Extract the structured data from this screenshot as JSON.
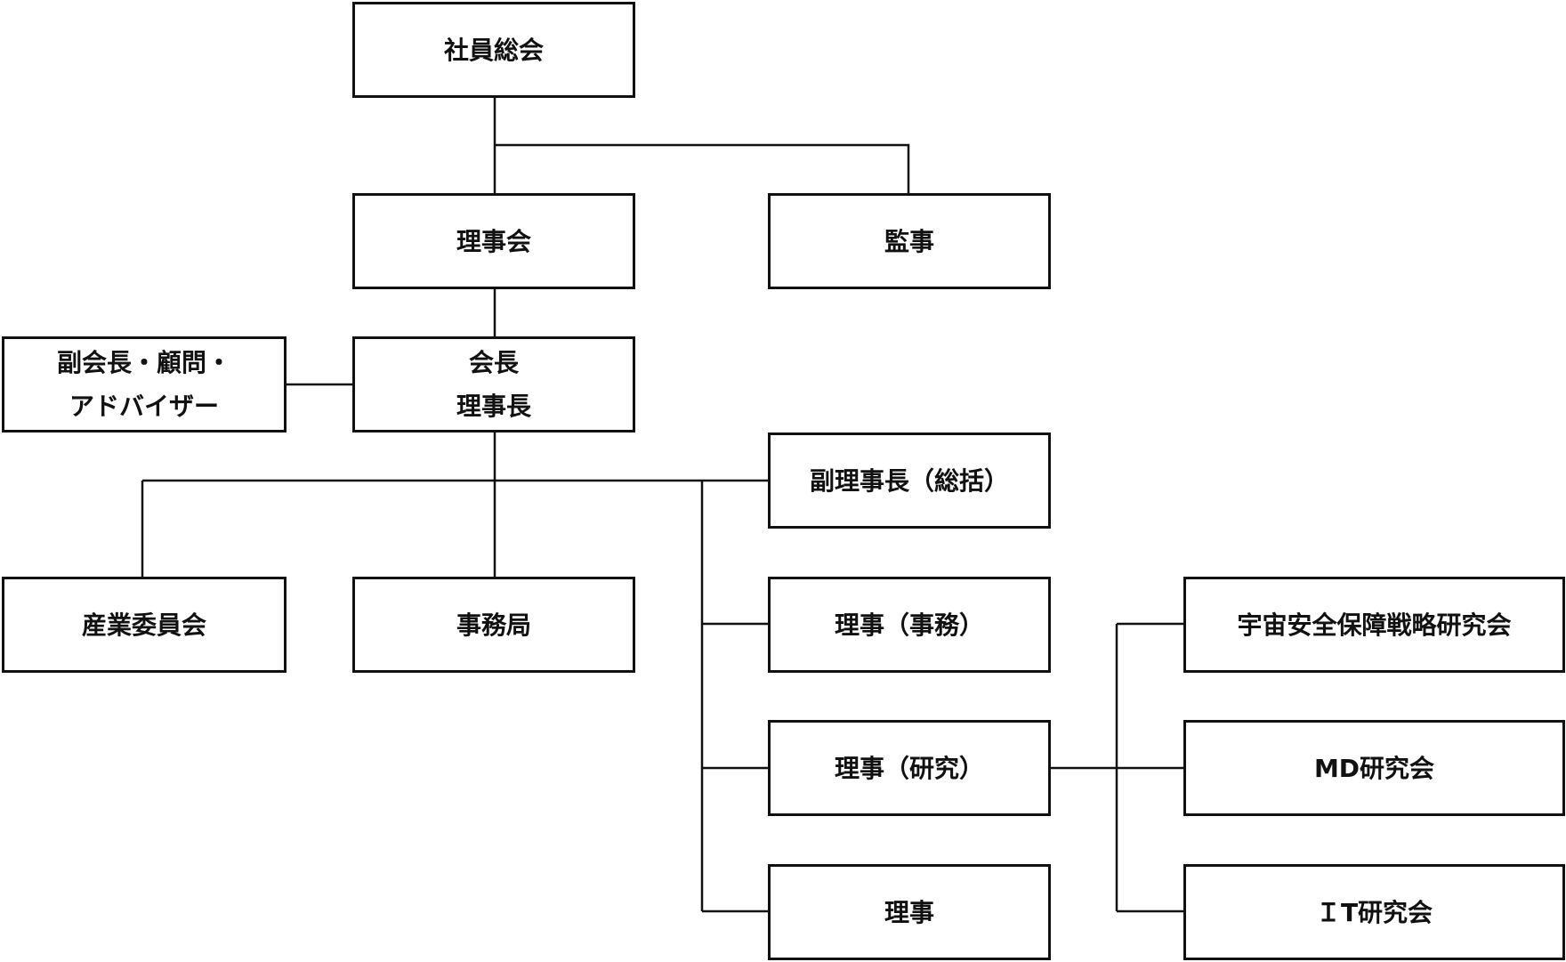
{
  "nodes": {
    "general_meeting": "社員総会",
    "board": "理事会",
    "auditor": "監事",
    "vice_chair_line1": "副会長・顧問・",
    "vice_chair_line2": "アドバイザー",
    "chair_line1": "会長",
    "chair_line2": "理事長",
    "vice_director_general": "副理事長（総括）",
    "industry_committee": "産業委員会",
    "secretariat": "事務局",
    "director_admin": "理事（事務）",
    "director_research": "理事（研究）",
    "director": "理事",
    "space_security": "宇宙安全保障戦略研究会",
    "md_study": "MD研究会",
    "it_study": "ＩT研究会"
  },
  "colors": {
    "line": "#111111",
    "box_border": "#111111"
  }
}
